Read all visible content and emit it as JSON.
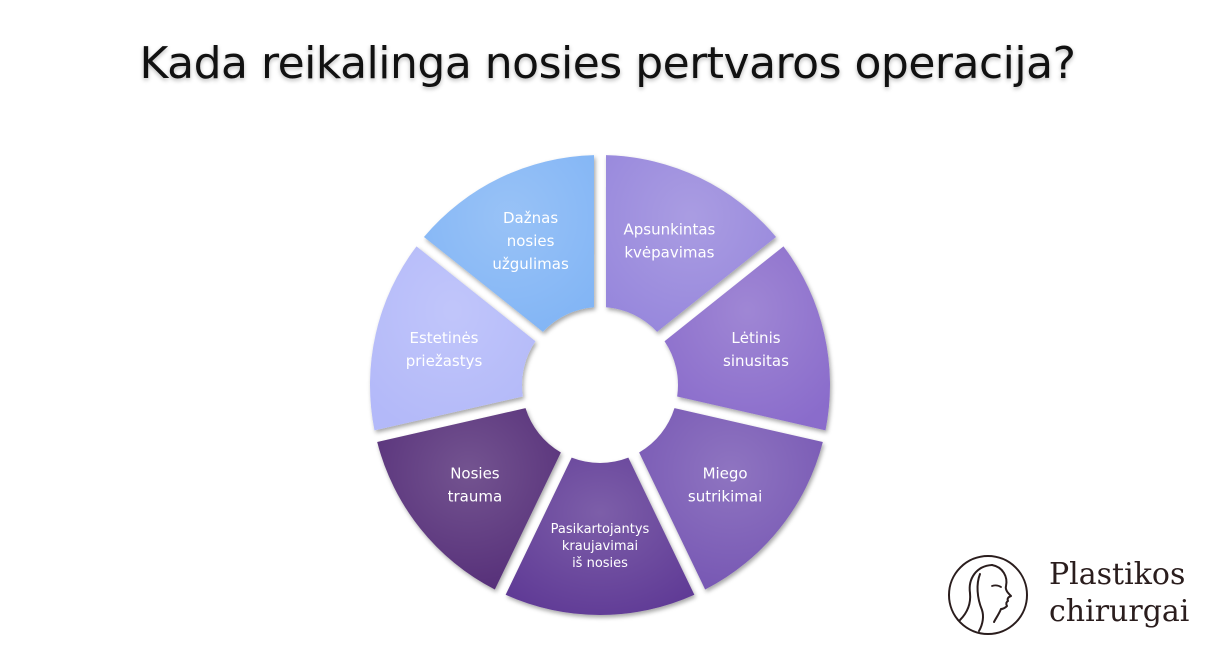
{
  "title": "Kada reikalinga nosies pertvaros operacija?",
  "segments": [
    {
      "lines": [
        "Apsunkintas",
        "kvėpavimas"
      ],
      "color": "#9787dc"
    },
    {
      "lines": [
        "Lėtinis",
        "sinusitas"
      ],
      "color": "#8a6ccb"
    },
    {
      "lines": [
        "Miego",
        "sutrikimai"
      ],
      "color": "#7656b3"
    },
    {
      "lines": [
        "Pasikartojantys",
        "kraujavimai",
        "iš nosies"
      ],
      "color": "#613b96"
    },
    {
      "lines": [
        "Nosies",
        "trauma"
      ],
      "color": "#552e78"
    },
    {
      "lines": [
        "Estetinės",
        "priežastys"
      ],
      "color": "#b3b9f9"
    },
    {
      "lines": [
        "Dažnas",
        "nosies",
        "užgulimas"
      ],
      "color": "#82b5f5"
    }
  ],
  "logo": {
    "line1": "Plastikos",
    "line2": "chirurgai",
    "icon": "woman-profile-icon"
  }
}
